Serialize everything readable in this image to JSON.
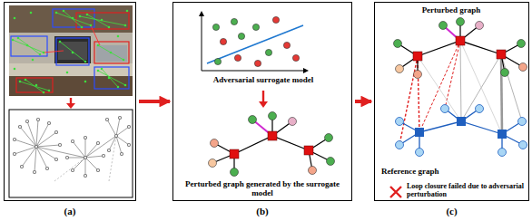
{
  "diagram": {
    "nodes": [
      {
        "text": [
          "(a)"
        ]
      },
      {
        "text": [
          "Adversarial surrogate model",
          "Perturbed graph generated by the surrogate model",
          "(b)"
        ]
      },
      {
        "text": [
          "Perturbed graph",
          "Reference graph",
          "Loop closure failed due to adversarial perturbation",
          "(c)"
        ]
      }
    ],
    "edges": [
      {
        "from": 0,
        "to": 1,
        "arrow": "to"
      },
      {
        "from": 1,
        "to": 2,
        "arrow": "to"
      }
    ]
  }
}
